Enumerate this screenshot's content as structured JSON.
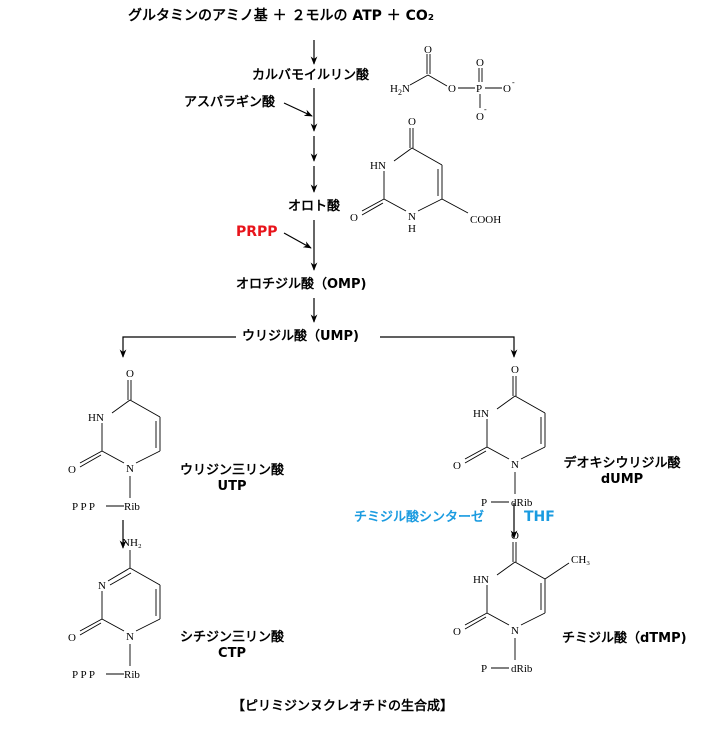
{
  "title_line": "グルタミンのアミノ基 ＋ ２モルの ATP ＋ CO₂",
  "colors": {
    "text": "#000000",
    "prpp": "#e8141b",
    "enzyme": "#1a9be0"
  },
  "steps": {
    "carbamoyl_phosphate": "カルバモイルリン酸",
    "aspartate": "アスパラギン酸",
    "orotate": "オロト酸",
    "prpp": "PRPP",
    "omp": "オロチジル酸（OMP)",
    "ump": "ウリジル酸（UMP)",
    "utp_name": "ウリジン三リン酸",
    "utp_abbr": "UTP",
    "ctp_name": "シチジン三リン酸",
    "ctp_abbr": "CTP",
    "dump_name": "デオキシウリジル酸",
    "dump_abbr": "dUMP",
    "enzyme": "チミジル酸シンターゼ",
    "cofactor": "THF",
    "dtmp": "チミジル酸（dTMP)"
  },
  "structures": {
    "carbamoyl_phosphate": {
      "atoms": [
        "O",
        "H₂N",
        "O",
        "P",
        "O",
        "O",
        "O"
      ],
      "charges": [
        "-",
        "-"
      ]
    },
    "orotate": {
      "atoms": [
        "O",
        "HN",
        "O",
        "N",
        "H",
        "COOH"
      ]
    },
    "utp": {
      "atoms": [
        "O",
        "HN",
        "O",
        "N",
        "Rib"
      ],
      "phosphate": "P P P"
    },
    "ctp": {
      "atoms": [
        "NH₂",
        "N",
        "O",
        "N",
        "Rib"
      ],
      "phosphate": "P P P"
    },
    "dump": {
      "atoms": [
        "O",
        "HN",
        "O",
        "N",
        "dRib"
      ],
      "phosphate": "P"
    },
    "dtmp": {
      "atoms": [
        "O",
        "HN",
        "O",
        "N",
        "CH₃",
        "dRib"
      ],
      "phosphate": "P"
    }
  },
  "caption": "【ピリミジンヌクレオチドの生合成】"
}
